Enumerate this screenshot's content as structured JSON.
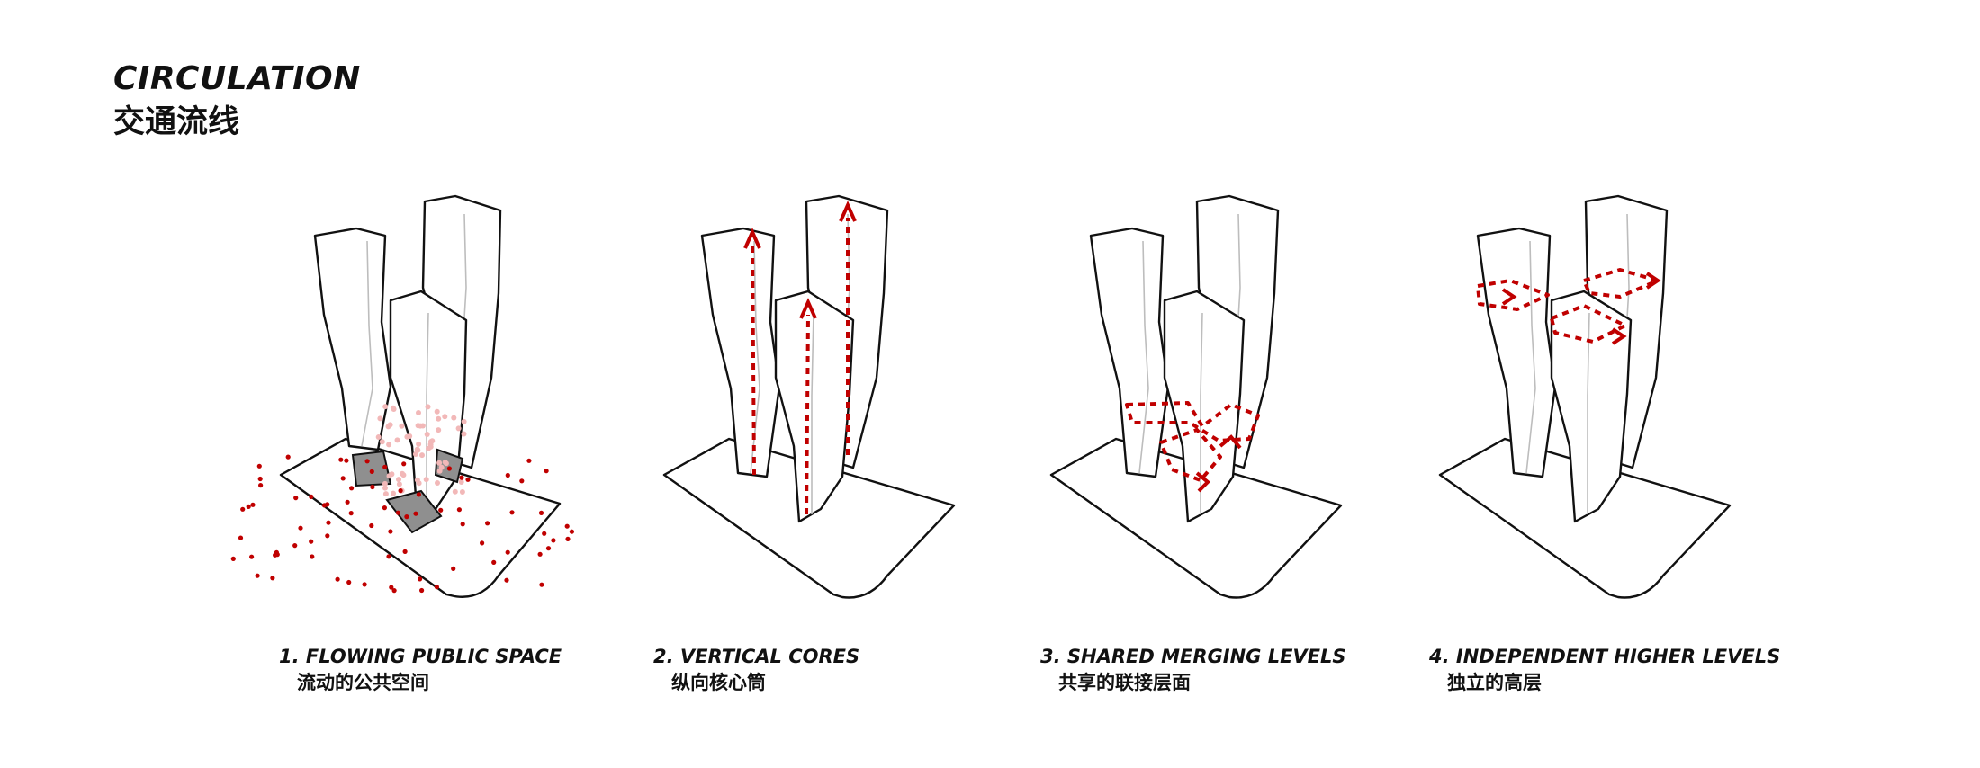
{
  "title": {
    "en": "CIRCULATION",
    "zh": "交通流线"
  },
  "panels": [
    {
      "en": "1. FLOWING PUBLIC SPACE",
      "zh": "流动的公共空间"
    },
    {
      "en": "2. VERTICAL CORES",
      "zh": "纵向核心筒"
    },
    {
      "en": "3. SHARED MERGING LEVELS",
      "zh": "共享的联接层面"
    },
    {
      "en": "4. INDEPENDENT HIGHER LEVELS",
      "zh": "独立的高层"
    }
  ],
  "colors": {
    "accent": "#c00000",
    "people_light": "#f2b8b8",
    "outline": "#111111",
    "shadow": "#8f8f8f"
  }
}
